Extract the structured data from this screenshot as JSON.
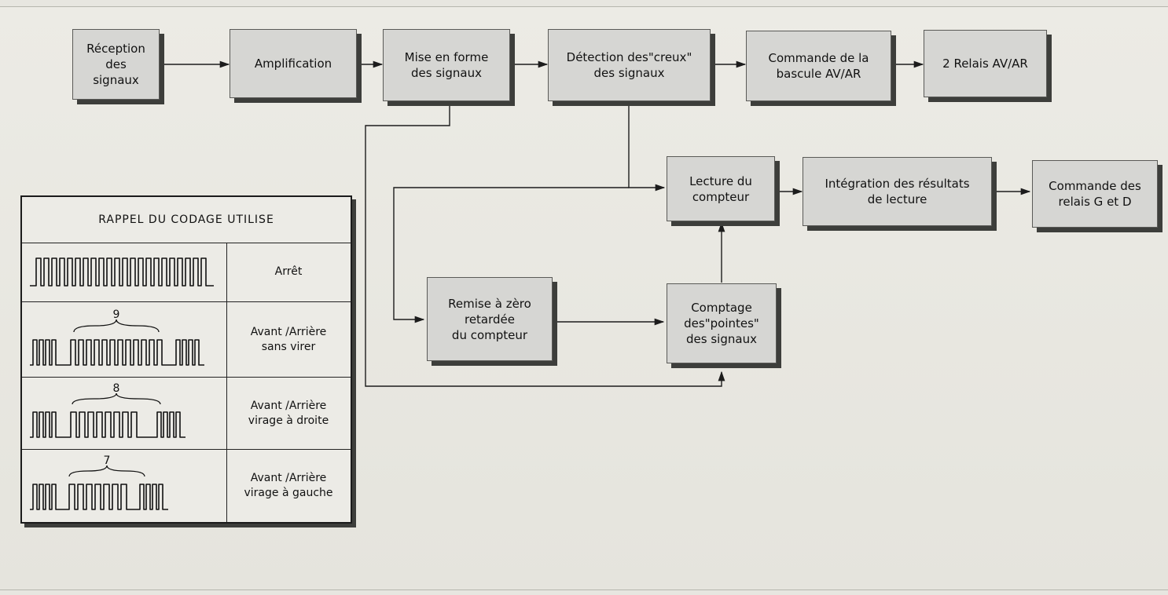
{
  "blocks": {
    "reception": "Réception des\nsignaux",
    "amplification": "Amplification",
    "mise_en_forme": "Mise en forme\ndes signaux",
    "detection": "Détection des\"creux\"\ndes signaux",
    "commande_bascule": "Commande de la\nbascule AV/AR",
    "relais_av_ar": "2 Relais AV/AR",
    "lecture": "Lecture du\ncompteur",
    "integration": "Intégration des résultats\nde lecture",
    "commande_relais": "Commande des\nrelais G et D",
    "remise_zero": "Remise à zèro\nretardée\ndu compteur",
    "comptage": "Comptage\ndes\"pointes\"\ndes signaux"
  },
  "coding_table": {
    "title": "RAPPEL DU CODAGE UTILISE",
    "rows": [
      {
        "label": "Arrêt",
        "count": ""
      },
      {
        "label": "Avant /Arrière\nsans virer",
        "count": "9"
      },
      {
        "label": "Avant /Arrière\nvirage à droite",
        "count": "8"
      },
      {
        "label": "Avant /Arrière\nvirage à gauche",
        "count": "7"
      }
    ]
  }
}
